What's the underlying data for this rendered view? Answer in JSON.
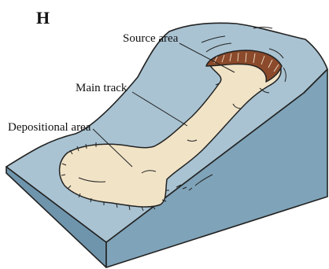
{
  "panel_letter": "H",
  "labels": {
    "source": "Source area",
    "track": "Main track",
    "deposit": "Depositional area"
  },
  "colors": {
    "slope_top": "#a9c3d2",
    "slope_side": "#7fa3b8",
    "slope_front": "#6f95ad",
    "flow_fill": "#f1e3c6",
    "scarp": "#8b4a2b",
    "line": "#222222"
  }
}
